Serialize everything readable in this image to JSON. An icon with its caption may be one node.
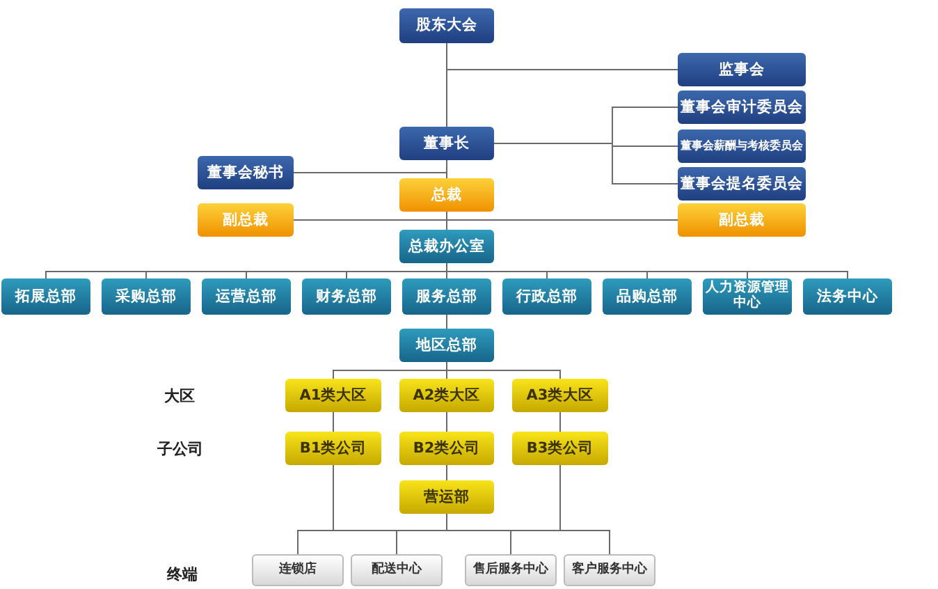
{
  "diagram": {
    "nodes": [
      {
        "text": [
          "股东大会"
        ]
      },
      {
        "text": [
          "监事会"
        ]
      },
      {
        "text": [
          "董事长"
        ]
      },
      {
        "text": [
          "董事会审计委员会"
        ]
      },
      {
        "text": [
          "董事会薪酬与考核委员会"
        ]
      },
      {
        "text": [
          "董事会提名委员会"
        ]
      },
      {
        "text": [
          "董事会秘书"
        ]
      },
      {
        "text": [
          "总裁"
        ]
      },
      {
        "text": [
          "副总裁"
        ]
      },
      {
        "text": [
          "副总裁"
        ]
      },
      {
        "text": [
          "总裁办公室"
        ]
      },
      {
        "text": [
          "拓展总部"
        ]
      },
      {
        "text": [
          "采购总部"
        ]
      },
      {
        "text": [
          "运营总部"
        ]
      },
      {
        "text": [
          "财务总部"
        ]
      },
      {
        "text": [
          "服务总部"
        ]
      },
      {
        "text": [
          "行政总部"
        ]
      },
      {
        "text": [
          "品购总部"
        ]
      },
      {
        "text": [
          "人力资源管理中心"
        ]
      },
      {
        "text": [
          "法务中心"
        ]
      },
      {
        "text": [
          "地区总部"
        ]
      },
      {
        "text": [
          "A1类大区"
        ]
      },
      {
        "text": [
          "A2类大区"
        ]
      },
      {
        "text": [
          "A3类大区"
        ]
      },
      {
        "text": [
          "B1类公司"
        ]
      },
      {
        "text": [
          "B2类公司"
        ]
      },
      {
        "text": [
          "B3类公司"
        ]
      },
      {
        "text": [
          "营运部"
        ]
      },
      {
        "text": [
          "连锁店"
        ]
      },
      {
        "text": [
          "配送中心"
        ]
      },
      {
        "text": [
          "售后服务中心"
        ]
      },
      {
        "text": [
          "客户服务中心"
        ]
      }
    ],
    "edges": [
      {
        "from": 0,
        "to": 2,
        "arrow": "none"
      },
      {
        "from": 0,
        "to": 1,
        "arrow": "none"
      },
      {
        "from": 2,
        "to": 3,
        "arrow": "none"
      },
      {
        "from": 2,
        "to": 4,
        "arrow": "none"
      },
      {
        "from": 2,
        "to": 5,
        "arrow": "none"
      },
      {
        "from": 2,
        "to": 6,
        "arrow": "none"
      },
      {
        "from": 2,
        "to": 7,
        "arrow": "none"
      },
      {
        "from": 7,
        "to": 8,
        "arrow": "none"
      },
      {
        "from": 7,
        "to": 9,
        "arrow": "none"
      },
      {
        "from": 7,
        "to": 10,
        "arrow": "none"
      },
      {
        "from": 10,
        "to": 11,
        "arrow": "none"
      },
      {
        "from": 10,
        "to": 12,
        "arrow": "none"
      },
      {
        "from": 10,
        "to": 13,
        "arrow": "none"
      },
      {
        "from": 10,
        "to": 14,
        "arrow": "none"
      },
      {
        "from": 10,
        "to": 15,
        "arrow": "none"
      },
      {
        "from": 10,
        "to": 16,
        "arrow": "none"
      },
      {
        "from": 10,
        "to": 17,
        "arrow": "none"
      },
      {
        "from": 10,
        "to": 18,
        "arrow": "none"
      },
      {
        "from": 10,
        "to": 19,
        "arrow": "none"
      },
      {
        "from": 15,
        "to": 20,
        "arrow": "none"
      },
      {
        "from": 20,
        "to": 21,
        "arrow": "none"
      },
      {
        "from": 20,
        "to": 22,
        "arrow": "none"
      },
      {
        "from": 20,
        "to": 23,
        "arrow": "none"
      },
      {
        "from": 21,
        "to": 24,
        "arrow": "none"
      },
      {
        "from": 22,
        "to": 25,
        "arrow": "none"
      },
      {
        "from": 23,
        "to": 26,
        "arrow": "none"
      },
      {
        "from": 25,
        "to": 27,
        "arrow": "none"
      },
      {
        "from": 24,
        "to": 28,
        "arrow": "none"
      },
      {
        "from": 24,
        "to": 29,
        "arrow": "none"
      },
      {
        "from": 24,
        "to": 30,
        "arrow": "none"
      },
      {
        "from": 24,
        "to": 31,
        "arrow": "none"
      },
      {
        "from": 27,
        "to": 28,
        "arrow": "none"
      },
      {
        "from": 27,
        "to": 29,
        "arrow": "none"
      },
      {
        "from": 27,
        "to": 30,
        "arrow": "none"
      },
      {
        "from": 27,
        "to": 31,
        "arrow": "none"
      },
      {
        "from": 26,
        "to": 28,
        "arrow": "none"
      },
      {
        "from": 26,
        "to": 29,
        "arrow": "none"
      },
      {
        "from": 26,
        "to": 30,
        "arrow": "none"
      },
      {
        "from": 26,
        "to": 31,
        "arrow": "none"
      }
    ],
    "labels": [
      "大区",
      "子公司",
      "终端"
    ]
  }
}
